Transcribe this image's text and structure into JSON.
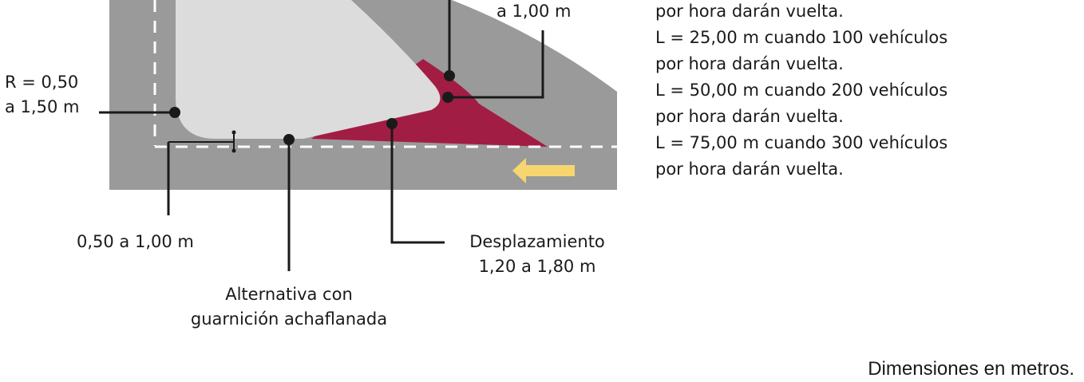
{
  "labels": {
    "radius_line1": "R = 0,50",
    "radius_line2": "a 1,50 m",
    "top_dim": "a 1,00 m",
    "gap_dim": "0,50 a 1,00 m",
    "chamfer_line1": "Alternativa con",
    "chamfer_line2": "guarnición achaflanada",
    "offset_line1": "Desplazamiento",
    "offset_line2": "1,20 a 1,80 m"
  },
  "notes": [
    "por hora darán vuelta.",
    "L = 25,00 m cuando 100 vehículos",
    "por hora darán vuelta.",
    "L = 50,00 m cuando 200 vehículos",
    "por hora darán vuelta.",
    "L = 75,00 m cuando 300 vehículos",
    "por hora darán vuelta."
  ],
  "footnote": "Dimensiones en metros.",
  "colors": {
    "road": "#9a9a9b",
    "island": "#dcdcdc",
    "taper": "#a21d44",
    "lane_line": "#ffffff",
    "arrow": "#f7d66f",
    "leader": "#1a1a1a"
  },
  "icons": [
    "direction-arrow-left-icon"
  ]
}
